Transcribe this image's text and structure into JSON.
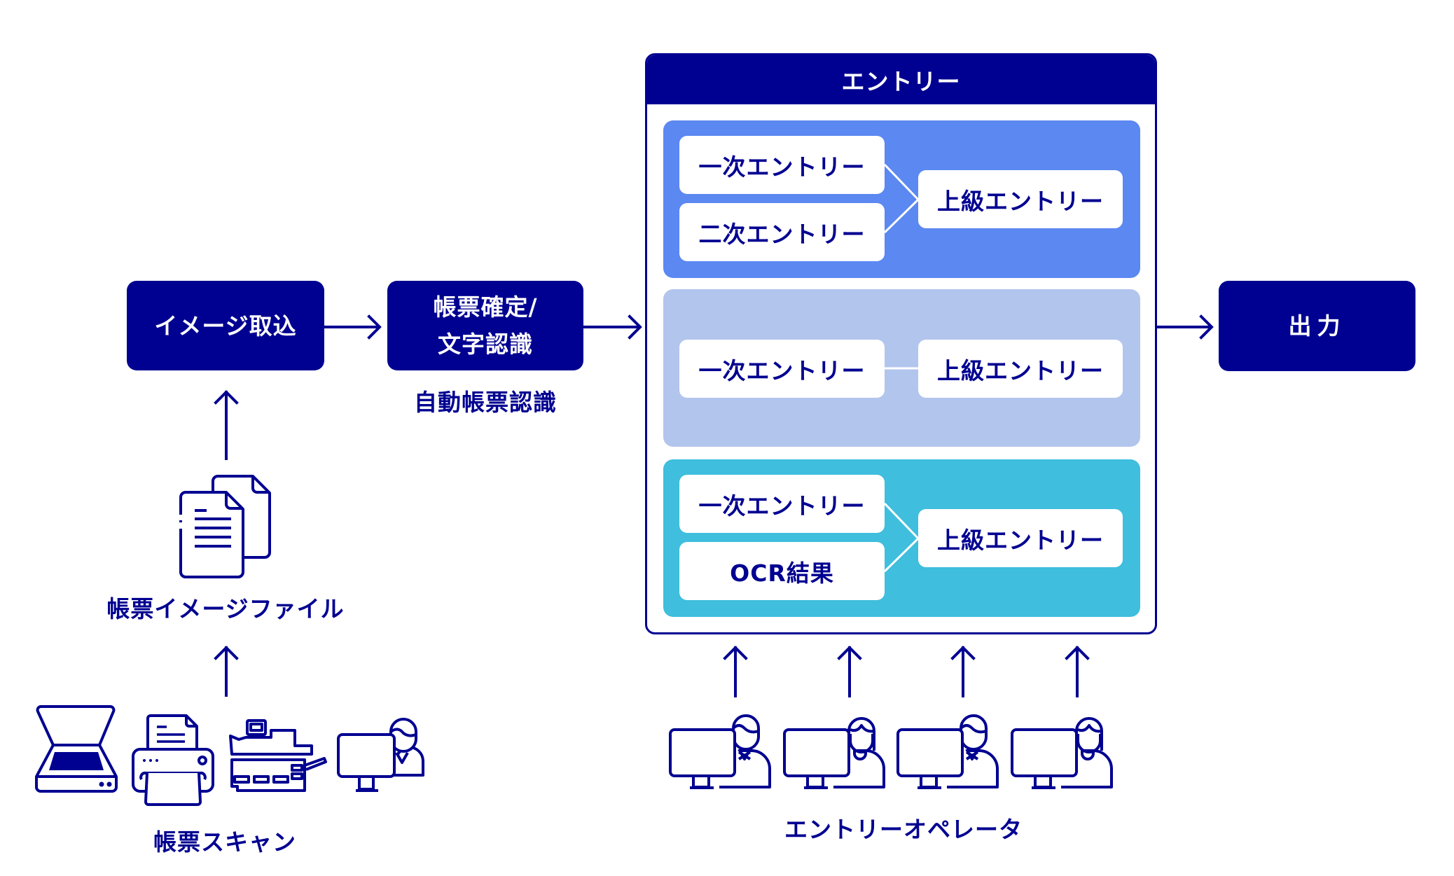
{
  "colors": {
    "navy": "#000091",
    "panel_blue": "#5b88f1",
    "panel_lavender": "#b2c5ed",
    "panel_cyan": "#3fbedd",
    "background": "#ffffff"
  },
  "flow": {
    "image_import": "イメージ取込",
    "recognition_line1": "帳票確定/",
    "recognition_line2": "文字認識",
    "recognition_caption": "自動帳票認識",
    "output": "出力"
  },
  "inputs": {
    "image_file_label": "帳票イメージファイル",
    "scan_label": "帳票スキャン",
    "scan_devices": [
      "scanner-icon",
      "printer-icon",
      "multifunction-copier-icon",
      "computer-operator-icon"
    ]
  },
  "entry": {
    "title": "エントリー",
    "panels": [
      {
        "name": "double-entry",
        "inputs": [
          "一次エントリー",
          "二次エントリー"
        ],
        "result": "上級エントリー"
      },
      {
        "name": "single-entry",
        "inputs": [
          "一次エントリー"
        ],
        "result": "上級エントリー"
      },
      {
        "name": "entry-plus-ocr",
        "inputs": [
          "一次エントリー",
          "OCR結果"
        ],
        "result": "上級エントリー"
      }
    ]
  },
  "operators": {
    "label": "エントリーオペレータ",
    "people": [
      "male-operator-icon",
      "female-operator-icon",
      "male-operator-icon",
      "female-operator-icon"
    ]
  }
}
